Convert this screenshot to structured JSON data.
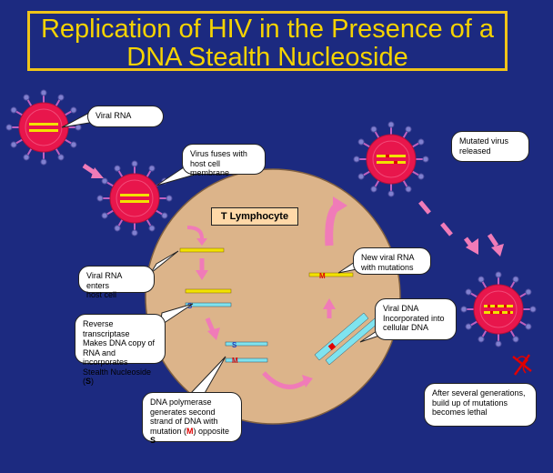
{
  "title": {
    "line1": "Replication of HIV in the Presence of a",
    "line2": "DNA Stealth Nucleoside"
  },
  "cell_label": "T Lymphocyte",
  "callouts": {
    "viral_rna": "Viral RNA",
    "fuse_1": "Virus fuses with",
    "fuse_2": "host cell membrane",
    "enters_1": "Viral RNA enters",
    "enters_2": "host cell",
    "rt_1": "Reverse transcriptase",
    "rt_2": "Makes DNA copy of",
    "rt_3": "RNA and incorporates",
    "rt_4": "Stealth Nucleoside (",
    "rt_4_s": "S",
    "rt_4_end": ")",
    "poly_1": "DNA polymerase",
    "poly_2": "generates second",
    "poly_3": "strand of DNA with",
    "poly_4": "mutation (",
    "poly_4_m": "M",
    "poly_4_end": ") opposite ",
    "poly_4_s": "S",
    "new_rna_1": "New viral RNA",
    "new_rna_2": "with mutations",
    "vdna_1": "Viral DNA",
    "vdna_2": "Incorporated into",
    "vdna_3": "cellular DNA",
    "mutated_1": "Mutated virus",
    "mutated_2": "released",
    "lethal_1": "After several generations,",
    "lethal_2": "build up of mutations",
    "lethal_3": "becomes lethal"
  },
  "markers": {
    "s": "S",
    "m": "M"
  },
  "colors": {
    "background": "#1c2a80",
    "title": "#f5d300",
    "cell": "#dcb48a",
    "virus": "#e8164c",
    "rna": "#f2e200",
    "dna": "#7fe3ef",
    "arrow": "#f07bb8",
    "mutation": "#e00000"
  }
}
